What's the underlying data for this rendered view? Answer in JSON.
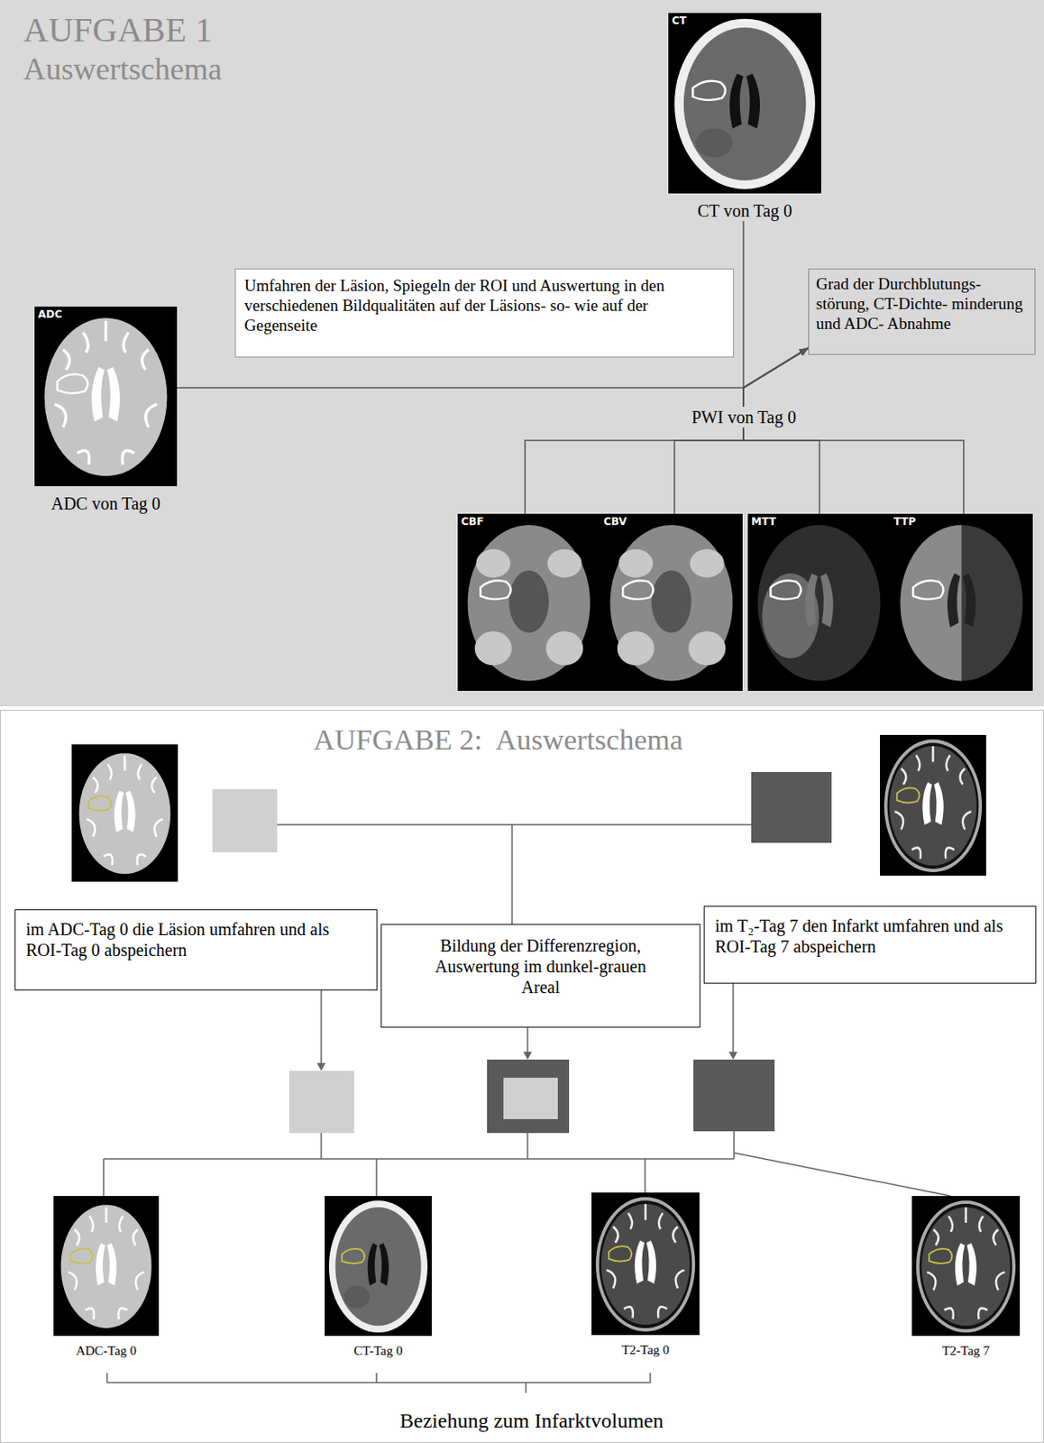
{
  "diagram": {
    "nodes": [
      {
        "text": [
          "AUFGABE 1",
          "Auswertschema"
        ]
      },
      {
        "text": [
          "CT",
          "CT von Tag 0"
        ],
        "in": 0
      },
      {
        "text": [
          "Umfahren der Läsion, Spiegeln der ROI und Auswertung in den verschiedenen Bildqualitäten auf der Läsions- so- wie auf der Gegenseite"
        ],
        "in": 0
      },
      {
        "text": [
          "Grad der Durchblutungs- störung, CT-Dichte- minderung und ADC- Abnahme"
        ],
        "in": 0
      },
      {
        "text": [
          "ADC",
          "ADC von Tag 0"
        ],
        "in": 0
      },
      {
        "text": [
          "CBF"
        ],
        "in": 0
      },
      {
        "text": [
          "CBV"
        ],
        "in": 0
      },
      {
        "text": [
          "MTT"
        ],
        "in": 0
      },
      {
        "text": [
          "TTP"
        ],
        "in": 0
      },
      {
        "text": [
          "AUFGABE 2:  Auswertschema"
        ]
      },
      {
        "text": [
          "im ADC-Tag 0 die Läsion umfahren und als ROI-Tag 0 abspeichern"
        ],
        "in": 9
      },
      {
        "text": [
          "Bildung der Differenzregion, Auswertung im dunkel-grauen Areal"
        ],
        "in": 9
      },
      {
        "text": [
          "im T₂-Tag 7 den Infarkt umfahren und als ROI-Tag 7 abspeichern"
        ],
        "in": 9
      },
      {
        "text": [
          "ADC-Tag 0"
        ],
        "in": 9
      },
      {
        "text": [
          "CT-Tag 0"
        ],
        "in": 9
      },
      {
        "text": [
          "T2-Tag 0"
        ],
        "in": 9
      },
      {
        "text": [
          "T2-Tag 7"
        ],
        "in": 9
      }
    ],
    "edges": [
      {
        "from": 4,
        "to": 3,
        "arrow": "to"
      },
      {
        "from": 1,
        "to": 3,
        "arrow": "to"
      },
      {
        "from": 5,
        "to": 3,
        "arrow": "to"
      },
      {
        "from": 6,
        "to": 3,
        "arrow": "to"
      },
      {
        "from": 7,
        "to": 3,
        "arrow": "to"
      },
      {
        "from": 8,
        "to": 3,
        "arrow": "to"
      }
    ],
    "labels": [
      "PWI von Tag 0",
      "Beziehung zum Infarktvolumen"
    ]
  }
}
